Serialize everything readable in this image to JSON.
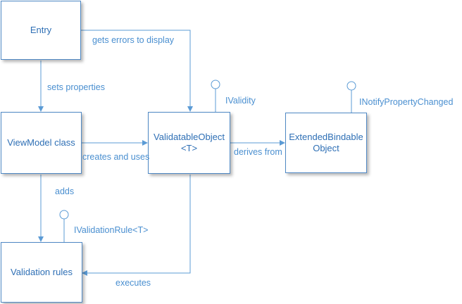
{
  "nodes": {
    "entry": "Entry",
    "viewmodel": "ViewModel class",
    "validatable_line1": "ValidatableObject",
    "validatable_line2": "<T>",
    "extended_line1": "ExtendedBindable",
    "extended_line2": "Object",
    "validation_rules": "Validation rules"
  },
  "interfaces": {
    "ivalidity": "IValidity",
    "inotify": "INotifyPropertyChanged",
    "ivalidationrule": "IValidationRule<T>"
  },
  "edges": {
    "gets_errors": "gets errors to display",
    "sets_properties": "sets properties",
    "creates_and_uses": "creates and uses",
    "derives_from": "derives from",
    "adds": "adds",
    "executes": "executes"
  },
  "colors": {
    "line": "#5b9bd5",
    "border": "#4f88c4",
    "text": "#2e6fb5",
    "label": "#4a8fd0"
  }
}
